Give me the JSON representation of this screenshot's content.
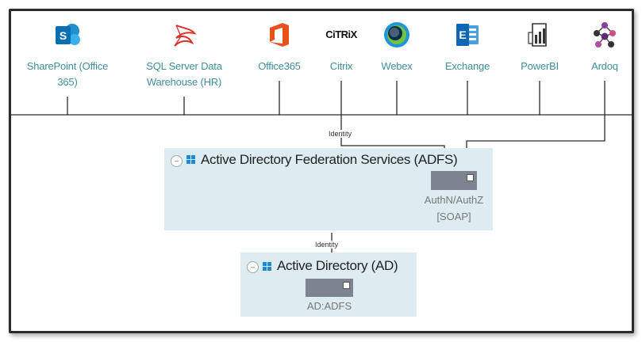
{
  "apps": [
    {
      "name": "sharepoint-app",
      "icon": "sharepoint-icon",
      "label": "SharePoint (Office 365)"
    },
    {
      "name": "sql-server-app",
      "icon": "sql-server-icon",
      "label": "SQL Server Data Warehouse (HR)"
    },
    {
      "name": "office365-app",
      "icon": "office365-icon",
      "label": "Office365"
    },
    {
      "name": "citrix-app",
      "icon": "citrix-logo",
      "label": "Citrix",
      "logo_text": "CiTRiX"
    },
    {
      "name": "webex-app",
      "icon": "webex-icon",
      "label": "Webex"
    },
    {
      "name": "exchange-app",
      "icon": "exchange-icon",
      "label": "Exchange"
    },
    {
      "name": "powerbi-app",
      "icon": "powerbi-icon",
      "label": "PowerBI"
    },
    {
      "name": "ardoq-app",
      "icon": "ardoq-icon",
      "label": "Ardoq"
    }
  ],
  "adfs": {
    "title": "Active Directory Federation Services (ADFS)",
    "collapse_symbol": "–",
    "interface_label": "AuthN/AuthZ\n[SOAP]"
  },
  "ad": {
    "title": "Active Directory (AD)",
    "collapse_symbol": "–",
    "interface_label": "AD:ADFS"
  },
  "connections": {
    "top_label": "Identity",
    "bottom_label": "Identity"
  },
  "colors": {
    "label_teal": "#3f8f9b",
    "box_fill": "#dcecf1",
    "interface_fill": "#7e8390",
    "windows_blue": "#1e8ad6"
  }
}
